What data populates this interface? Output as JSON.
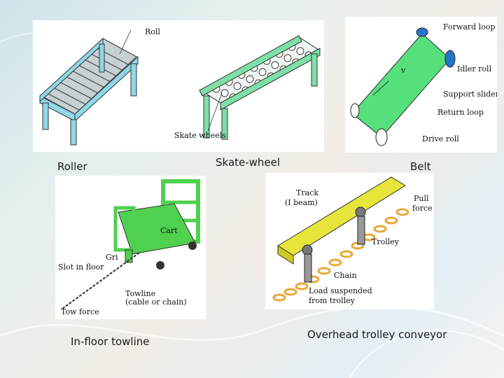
{
  "captions": {
    "roller": "Roller",
    "skate_wheel": "Skate-wheel",
    "belt": "Belt",
    "towline": "In-floor towline",
    "trolley": "Overhead trolley conveyor"
  },
  "labels": {
    "roll": "Roll",
    "skate_wheels": "Skate wheels",
    "forward_loop": "Forward loop",
    "idler_roll": "Idler roll",
    "velocity": "v",
    "support_slider": "Support slider",
    "return_loop": "Return loop",
    "drive_roll": "Drive roll",
    "cart": "Cart",
    "grip": "Gri",
    "slot_in_floor": "Slot in floor",
    "towline": "Towline",
    "towline_sub": "(cable or chain)",
    "tow_force": "Tow force",
    "track": "Track",
    "track_sub": "(I beam)",
    "pull_force_1": "Pull",
    "pull_force_2": "force",
    "trolley": "Trolley",
    "chain": "Chain",
    "load_1": "Load suspended",
    "load_2": "from trolley"
  },
  "colors": {
    "roller_frame": "#8ed8e8",
    "skate_frame": "#7ee0a8",
    "belt_frame": "#55e07c",
    "cart": "#4fd04f",
    "track": "#e6e63a",
    "chain": "#e8a838",
    "roll_gray": "#a7b1b5"
  }
}
